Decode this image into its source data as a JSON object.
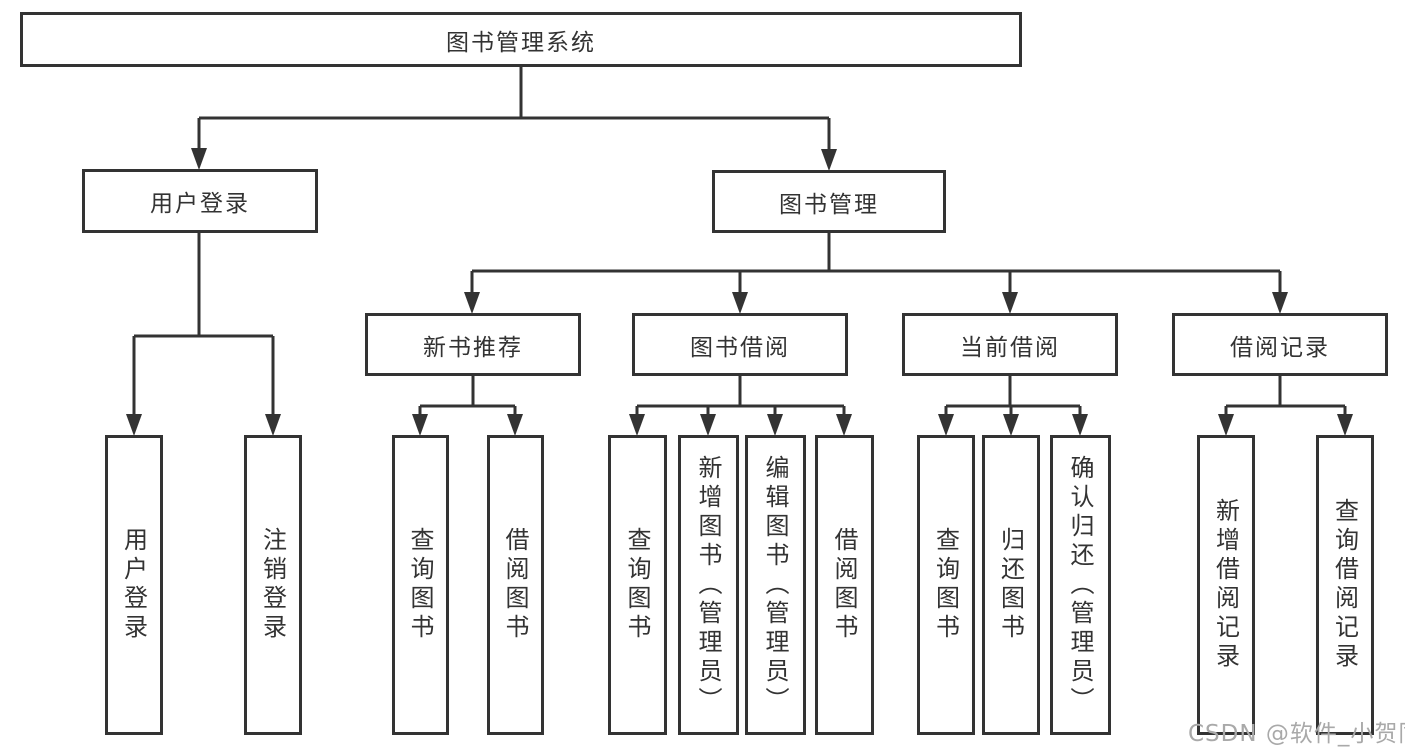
{
  "tree": {
    "label": "图书管理系统",
    "children": [
      {
        "label": "用户登录",
        "children": [
          {
            "label": "用户登录"
          },
          {
            "label": "注销登录"
          }
        ]
      },
      {
        "label": "图书管理",
        "children": [
          {
            "label": "新书推荐",
            "children": [
              {
                "label": "查询图书"
              },
              {
                "label": "借阅图书"
              }
            ]
          },
          {
            "label": "图书借阅",
            "children": [
              {
                "label": "查询图书"
              },
              {
                "label": "新增图书（管理员）"
              },
              {
                "label": "编辑图书（管理员）"
              },
              {
                "label": "借阅图书"
              }
            ]
          },
          {
            "label": "当前借阅",
            "children": [
              {
                "label": "查询图书"
              },
              {
                "label": "归还图书"
              },
              {
                "label": "确认归还（管理员）"
              }
            ]
          },
          {
            "label": "借阅记录",
            "children": [
              {
                "label": "新增借阅记录"
              },
              {
                "label": "查询借阅记录"
              }
            ]
          }
        ]
      }
    ]
  },
  "watermark": "CSDN @软件_小贺同学",
  "colors": {
    "line": "#333333",
    "border": "#333333",
    "text": "#333333",
    "background": "#ffffff",
    "watermark": "#a9a9a9"
  }
}
